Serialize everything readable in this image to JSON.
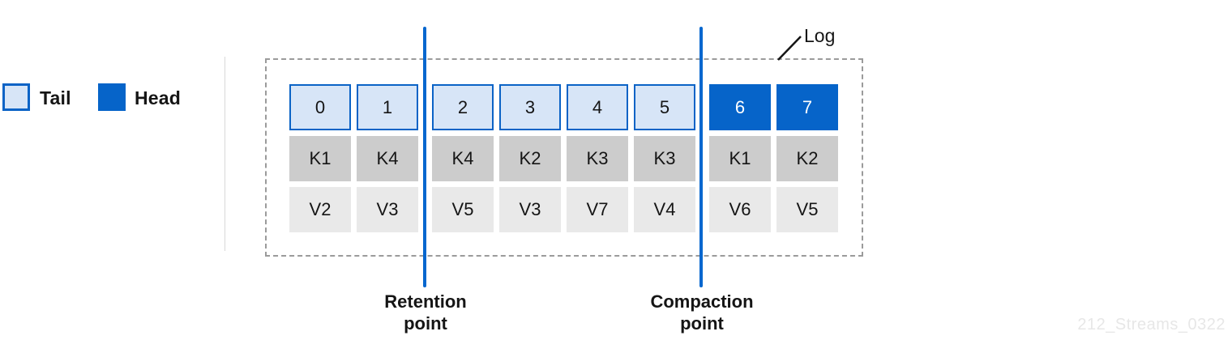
{
  "legend": {
    "tail_label": "Tail",
    "head_label": "Head"
  },
  "log_label": "Log",
  "records": [
    {
      "offset": "0",
      "key": "K1",
      "value": "V2",
      "region": "tail"
    },
    {
      "offset": "1",
      "key": "K4",
      "value": "V3",
      "region": "tail"
    },
    {
      "offset": "2",
      "key": "K4",
      "value": "V5",
      "region": "tail"
    },
    {
      "offset": "3",
      "key": "K2",
      "value": "V3",
      "region": "tail"
    },
    {
      "offset": "4",
      "key": "K3",
      "value": "V7",
      "region": "tail"
    },
    {
      "offset": "5",
      "key": "K3",
      "value": "V4",
      "region": "tail"
    },
    {
      "offset": "6",
      "key": "K1",
      "value": "V6",
      "region": "head"
    },
    {
      "offset": "7",
      "key": "K2",
      "value": "V5",
      "region": "head"
    }
  ],
  "markers": {
    "retention_label": "Retention\npoint",
    "compaction_label": "Compaction\npoint"
  },
  "watermark": "212_Streams_0322",
  "colors": {
    "head_blue": "#0664c9",
    "tail_fill": "#d7e5f7",
    "marker_blue": "#0667cf",
    "key_gray": "#cccccc",
    "value_gray": "#e9e9e9",
    "dash_gray": "#9b9b9b"
  }
}
